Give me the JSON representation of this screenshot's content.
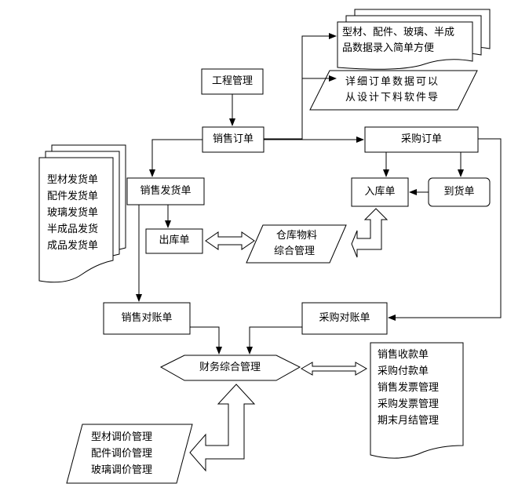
{
  "nodes": {
    "engineering": "工程管理",
    "sales_order": "销售订单",
    "purchase_order": "采购订单",
    "sales_delivery": "销售发货单",
    "outbound": "出库单",
    "inbound": "入库单",
    "arrival": "到货单",
    "warehouse": [
      "仓库物料",
      "综合管理"
    ],
    "sales_reconcile": "销售对账单",
    "purchase_reconcile": "采购对账单",
    "finance": "财务综合管理",
    "profiles_input": [
      "型材、配件、玻璃、半成",
      "品数据录入简单方便"
    ],
    "order_import": [
      "详细订单数据可以",
      "从设计下料软件导"
    ],
    "delivery_docs": [
      "型材发货单",
      "配件发货单",
      "玻璃发货单",
      "半成品发货",
      "成品发货单"
    ],
    "finance_docs": [
      "销售收款单",
      "采购付款单",
      "销售发票管理",
      "采购发票管理",
      "期末月结管理"
    ],
    "pricing_docs": [
      "型材调价管理",
      "配件调价管理",
      "玻璃调价管理"
    ]
  }
}
